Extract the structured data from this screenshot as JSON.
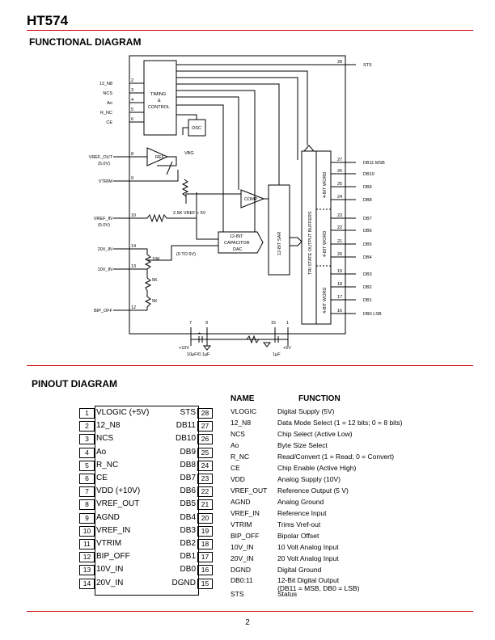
{
  "header": {
    "title": "HT574"
  },
  "functional": {
    "heading": "FUNCTIONAL DIAGRAM",
    "blocks": {
      "timing": [
        "TIMING",
        "&",
        "CONTROL"
      ],
      "osc": "OSC",
      "ref": "REF",
      "vbg": "VBG",
      "comp": "COMP",
      "cap": [
        "12-BIT",
        "CAPACITOR",
        "DAC"
      ],
      "sar": "12-BIT SAR",
      "buffers": "TRI STATE OUTPUT BUFFERS",
      "word1": "4-BIT WORD",
      "word2": "4-BIT WORD",
      "word3": "4-BIT WORD",
      "res_vref": "2.5K VREF ÷ 5V",
      "r10k": "10K",
      "r5k_a": "5K",
      "r5k_b": "5K",
      "range": "(0 TO 5V)"
    },
    "left_pins": [
      {
        "label": "12_N8",
        "num": "2"
      },
      {
        "label": "NCS",
        "num": "3"
      },
      {
        "label": "Ao",
        "num": "4"
      },
      {
        "label": "R_NC",
        "num": "5"
      },
      {
        "label": "CE",
        "num": "6"
      },
      {
        "label": "VREF_OUT",
        "num": "8",
        "sub": "(5.0V)"
      },
      {
        "label": "VTRIM",
        "num": "9"
      },
      {
        "label": "VREF_IN",
        "num": "10",
        "sub": "(5.0V)"
      },
      {
        "label": "20V_IN",
        "num": "14"
      },
      {
        "label": "10V_IN",
        "num": "13"
      },
      {
        "label": "BIP_OFF",
        "num": "12"
      }
    ],
    "right_pins": [
      {
        "num": "28",
        "label": "STS"
      },
      {
        "num": "27",
        "label": "DB11 MSB"
      },
      {
        "num": "26",
        "label": "DB10"
      },
      {
        "num": "25",
        "label": "DB9"
      },
      {
        "num": "24",
        "label": "DB8"
      },
      {
        "num": "23",
        "label": "DB7"
      },
      {
        "num": "22",
        "label": "DB6"
      },
      {
        "num": "21",
        "label": "DB5"
      },
      {
        "num": "20",
        "label": "DB4"
      },
      {
        "num": "19",
        "label": "DB3"
      },
      {
        "num": "18",
        "label": "DB2"
      },
      {
        "num": "17",
        "label": "DB1"
      },
      {
        "num": "16",
        "label": "DB0 LSB"
      }
    ],
    "bottom_pins": [
      "7",
      "9",
      "15",
      "1"
    ],
    "bottom_labels": {
      "plus10v": "+10V",
      "cap1": "10µF/0.1µF",
      "plus5v": "+5V",
      "cap2": "1µF",
      "plus": "+"
    }
  },
  "pinout": {
    "heading": "PINOUT DIAGRAM",
    "left": [
      {
        "num": "1",
        "name": "VLOGIC (+5V)"
      },
      {
        "num": "2",
        "name": "12_N8"
      },
      {
        "num": "3",
        "name": "NCS"
      },
      {
        "num": "4",
        "name": "Ao"
      },
      {
        "num": "5",
        "name": "R_NC"
      },
      {
        "num": "6",
        "name": "CE"
      },
      {
        "num": "7",
        "name": "VDD (+10V)"
      },
      {
        "num": "8",
        "name": "VREF_OUT"
      },
      {
        "num": "9",
        "name": "AGND"
      },
      {
        "num": "10",
        "name": "VREF_IN"
      },
      {
        "num": "11",
        "name": "VTRIM"
      },
      {
        "num": "12",
        "name": "BIP_OFF"
      },
      {
        "num": "13",
        "name": "10V_IN"
      },
      {
        "num": "14",
        "name": "20V_IN"
      }
    ],
    "right": [
      {
        "num": "28",
        "name": "STS"
      },
      {
        "num": "27",
        "name": "DB11"
      },
      {
        "num": "26",
        "name": "DB10"
      },
      {
        "num": "25",
        "name": "DB9"
      },
      {
        "num": "24",
        "name": "DB8"
      },
      {
        "num": "23",
        "name": "DB7"
      },
      {
        "num": "22",
        "name": "DB6"
      },
      {
        "num": "21",
        "name": "DB5"
      },
      {
        "num": "20",
        "name": "DB4"
      },
      {
        "num": "19",
        "name": "DB3"
      },
      {
        "num": "18",
        "name": "DB2"
      },
      {
        "num": "17",
        "name": "DB1"
      },
      {
        "num": "16",
        "name": "DB0"
      },
      {
        "num": "15",
        "name": "DGND"
      }
    ]
  },
  "table": {
    "col_name": "NAME",
    "col_function": "FUNCTION",
    "rows": [
      {
        "name": "VLOGIC",
        "function": "Digital Supply (5V)"
      },
      {
        "name": "12_N8",
        "function": "Data Mode Select (1 = 12 bits; 0 = 8 bits)"
      },
      {
        "name": "NCS",
        "function": "Chip Select (Active Low)"
      },
      {
        "name": "Ao",
        "function": "Byte Size Select"
      },
      {
        "name": "R_NC",
        "function": "Read/Convert (1 = Read; 0 = Convert)"
      },
      {
        "name": "CE",
        "function": "Chip Enable (Active High)"
      },
      {
        "name": "VDD",
        "function": "Analog Supply (10V)"
      },
      {
        "name": "VREF_OUT",
        "function": "Reference Output (5 V)"
      },
      {
        "name": "AGND",
        "function": "Analog Ground"
      },
      {
        "name": "VREF_IN",
        "function": "Reference Input"
      },
      {
        "name": "VTRIM",
        "function": "Trims Vref-out"
      },
      {
        "name": "BIP_OFF",
        "function": "Bipolar Offset"
      },
      {
        "name": "10V_IN",
        "function": "10 Volt Analog Input"
      },
      {
        "name": "20V_IN",
        "function": "20 Volt Analog Input"
      },
      {
        "name": "DGND",
        "function": "Digital Ground"
      },
      {
        "name": "DB0:11",
        "function": "12-Bit Digital Output",
        "function2": "(DB11 = MSB, DB0 = LSB)"
      },
      {
        "name": "STS",
        "function": "Status"
      }
    ]
  },
  "footer": {
    "page_number": "2"
  },
  "colors": {
    "rule": "#cc0000"
  }
}
